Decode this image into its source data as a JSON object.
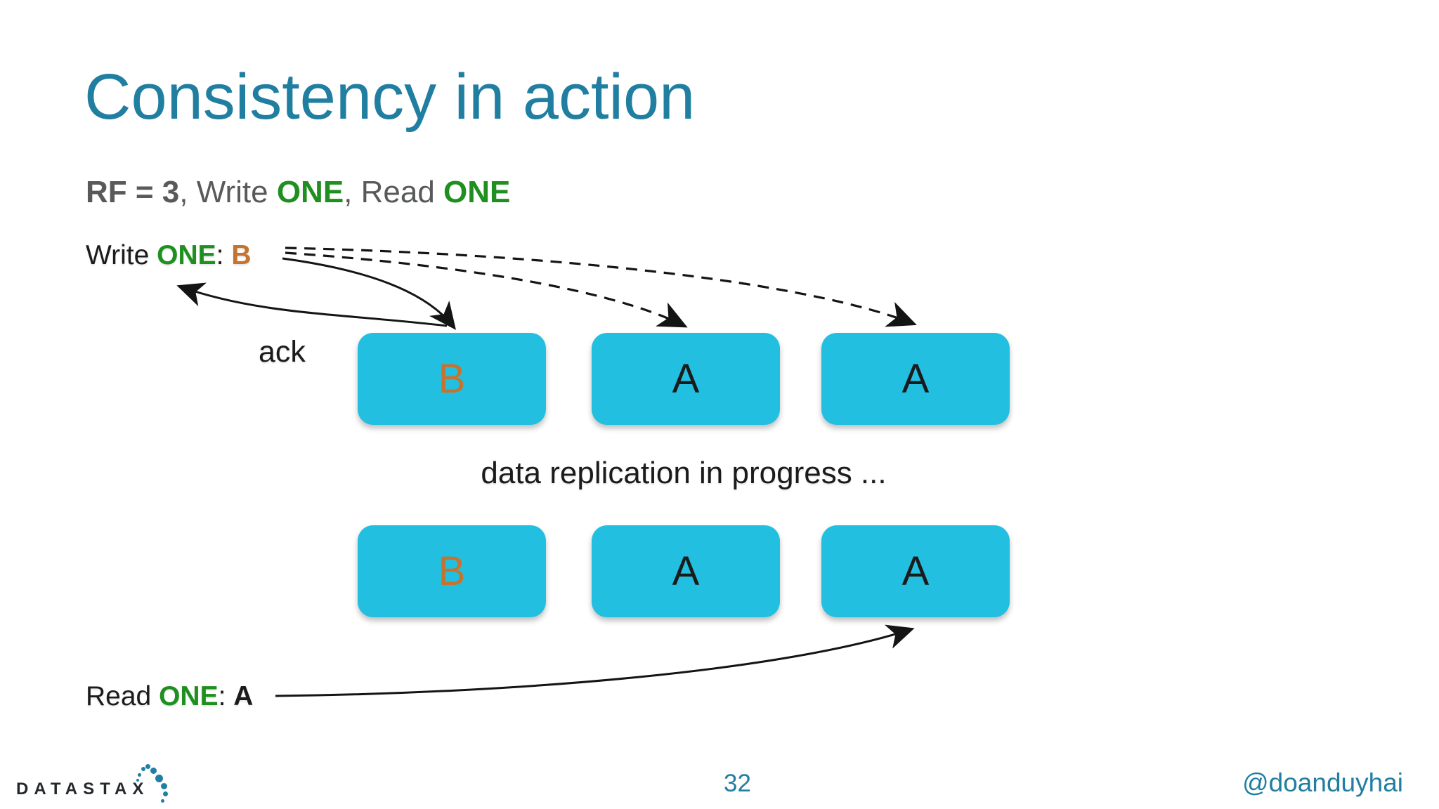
{
  "slide": {
    "title": "Consistency in action",
    "subtitle": {
      "segments": [
        {
          "text": "RF = 3",
          "color": "#58595B",
          "bold": true
        },
        {
          "text": ", Write ",
          "color": "#58595B",
          "bold": false
        },
        {
          "text": "ONE",
          "color": "#1F8F1F",
          "bold": true
        },
        {
          "text": ", Read ",
          "color": "#58595B",
          "bold": false
        },
        {
          "text": "ONE",
          "color": "#1F8F1F",
          "bold": true
        }
      ]
    },
    "write_label": {
      "segments": [
        {
          "text": "Write ",
          "color": "#1B1B1B",
          "bold": false
        },
        {
          "text": "ONE",
          "color": "#1F8F1F",
          "bold": true
        },
        {
          "text": ": ",
          "color": "#1B1B1B",
          "bold": false
        },
        {
          "text": "B",
          "color": "#C4742F",
          "bold": true
        }
      ]
    },
    "ack_label": "ack",
    "replication_status": "data replication in progress ...",
    "read_label": {
      "segments": [
        {
          "text": "Read ",
          "color": "#1B1B1B",
          "bold": false
        },
        {
          "text": "ONE",
          "color": "#1F8F1F",
          "bold": true
        },
        {
          "text": ": ",
          "color": "#1B1B1B",
          "bold": false
        },
        {
          "text": "A",
          "color": "#1B1B1B",
          "bold": true
        }
      ]
    },
    "node_rows": [
      {
        "nodes": [
          {
            "letter": "B",
            "letter_color": "#C4742F"
          },
          {
            "letter": "A",
            "letter_color": "#1B1B1B"
          },
          {
            "letter": "A",
            "letter_color": "#1B1B1B"
          }
        ]
      },
      {
        "nodes": [
          {
            "letter": "B",
            "letter_color": "#C4742F"
          },
          {
            "letter": "A",
            "letter_color": "#1B1B1B"
          },
          {
            "letter": "A",
            "letter_color": "#1B1B1B"
          }
        ]
      }
    ],
    "footer": {
      "logo_text": "DATASTAX",
      "page_number": "32",
      "twitter_handle": "@doanduyhai"
    },
    "colors": {
      "title": "#207EA1",
      "node_fill": "#22BFE0",
      "accent_green": "#1F8F1F",
      "accent_orange": "#C4742F",
      "footer_teal": "#207EA1",
      "arrow": "#141414"
    }
  }
}
